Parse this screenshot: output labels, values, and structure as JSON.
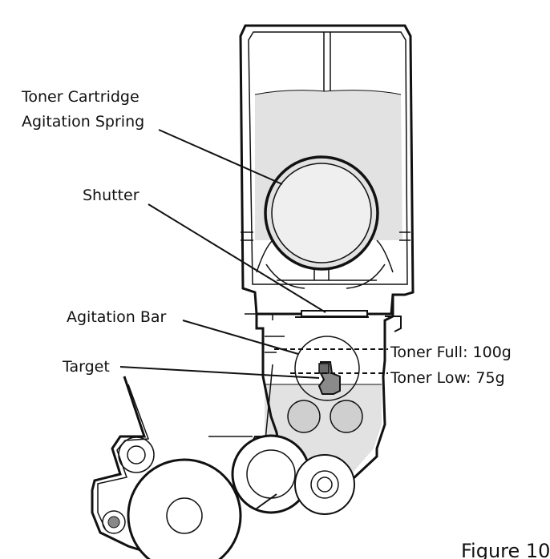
{
  "labels": {
    "toner_cartridge_line1": "Toner Cartridge",
    "toner_cartridge_line2": "Agitation Spring",
    "shutter": "Shutter",
    "agitation_bar": "Agitation Bar",
    "target": "Target",
    "toner_full": "Toner Full: 100g",
    "toner_low": "Toner Low: 75g"
  },
  "figure_caption": "Figure 10",
  "colors": {
    "line": "#111111",
    "toner_fill": "#e2e2e2",
    "target_fill": "#8a8a8a"
  }
}
